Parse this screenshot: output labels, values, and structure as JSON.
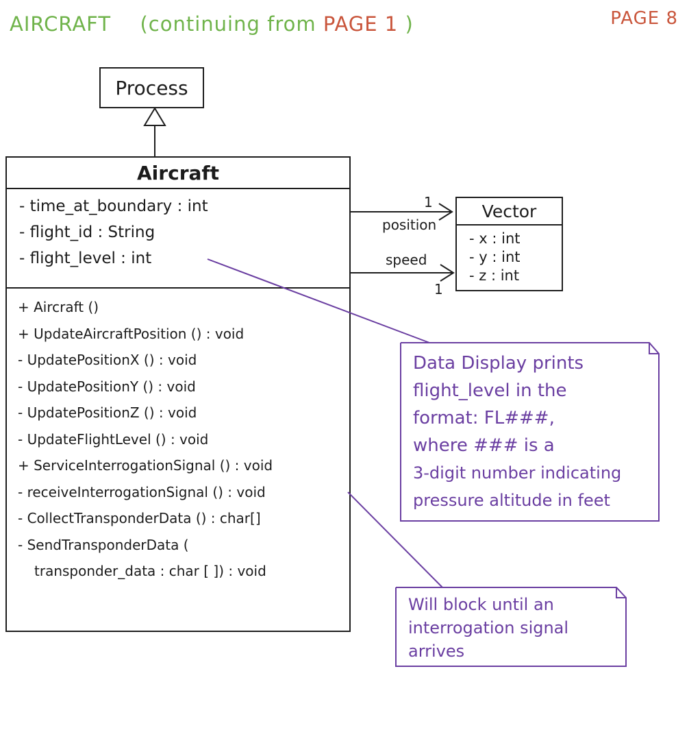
{
  "header": {
    "title_green_part": "AIRCRAFT",
    "title_open_paren": "(continuing from",
    "title_page_ref": "PAGE 1",
    "title_close_paren": ")",
    "page_number": "PAGE 8",
    "colors": {
      "green": "#6fb34a",
      "red": "#c9553b",
      "purple": "#6a3ea1",
      "ink": "#1b1b1b"
    }
  },
  "diagram": {
    "process_box": {
      "label": "Process"
    },
    "aircraft_box": {
      "title": "Aircraft",
      "attributes": [
        "- time_at_boundary : int",
        "- flight_id : String",
        "- flight_level : int"
      ],
      "methods": [
        "+ Aircraft ()",
        "+ UpdateAircraftPosition () : void",
        "- UpdatePositionX () : void",
        "- UpdatePositionY () : void",
        "- UpdatePositionZ () : void",
        "- UpdateFlightLevel () : void",
        "+ ServiceInterrogationSignal () : void",
        "- receiveInterrogationSignal () : void",
        "- CollectTransponderData () : char[]",
        "- SendTransponderData (",
        "transponder_data : char [ ]) : void"
      ]
    },
    "vector_box": {
      "title": "Vector",
      "attributes": [
        "- x : int",
        "- y : int",
        "- z : int"
      ]
    },
    "relations": [
      {
        "label": "position",
        "multiplicity": "1"
      },
      {
        "label": "speed",
        "multiplicity": "1"
      }
    ],
    "notes": [
      {
        "lines": [
          "Data Display prints",
          "flight_level in the",
          "format: FL###,",
          "where ### is a",
          "3-digit number indicating",
          "pressure altitude in feet"
        ]
      },
      {
        "lines": [
          "Will block until an",
          "interrogation signal",
          "arrives"
        ]
      }
    ]
  }
}
